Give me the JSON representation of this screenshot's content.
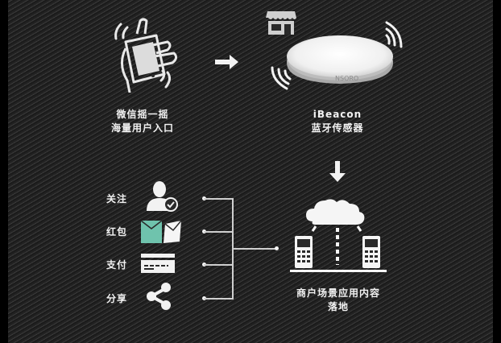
{
  "steps": {
    "shake": {
      "line1": "微信摇一摇",
      "line2": "海量用户入口",
      "icon": "hand-shaking-phone-icon"
    },
    "beacon": {
      "line1": "iBeacon",
      "line2": "蓝牙传感器",
      "device_text": "NSORO",
      "icon": "beacon-device-icon",
      "store_icon": "store-icon"
    },
    "landing": {
      "line1": "商户场景应用内容",
      "line2": "落地",
      "icon": "cloud-phones-icon"
    }
  },
  "features": [
    {
      "label": "关注",
      "icon": "user-check-icon"
    },
    {
      "label": "红包",
      "icon": "envelope-icon"
    },
    {
      "label": "支付",
      "icon": "card-icon"
    },
    {
      "label": "分享",
      "icon": "share-icon"
    }
  ],
  "colors": {
    "background": "#2a2a2a",
    "foreground": "#f2f2f2",
    "accent": "#6fc3ad"
  }
}
